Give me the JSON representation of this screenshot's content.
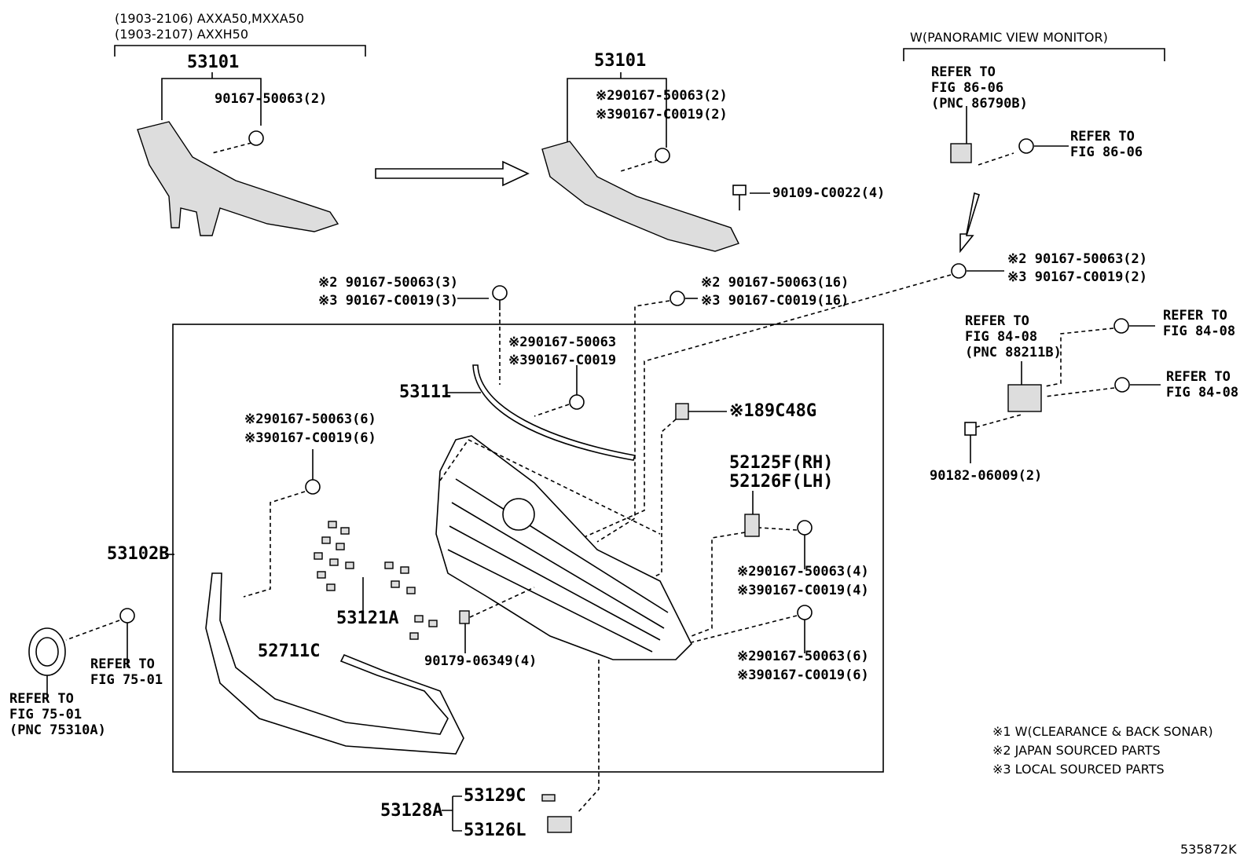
{
  "variants": {
    "v1": "(1903-2106) AXXA50,MXXA50",
    "v2": "(1903-2107) AXXH50",
    "panoramic": "W(PANORAMIC VIEW MONITOR)"
  },
  "labels": {
    "p53101_a": "53101",
    "p53101_a_bolt": "90167-50063(2)",
    "p53101_b": "53101",
    "p53101_b_bolt2": "※290167-50063(2)",
    "p53101_b_bolt3": "※390167-C0019(2)",
    "p90109": "90109-C0022(4)",
    "ref_86_06_a": "REFER TO\nFIG 86-06\n(PNC 86790B)",
    "ref_86_06_b": "REFER TO\nFIG 86-06",
    "top_bolt_2": "※2 90167-50063(3)",
    "top_bolt_3": "※3 90167-C0019(3)",
    "mid_bolt_2": "※2 90167-50063(16)",
    "mid_bolt_3": "※3 90167-C0019(16)",
    "right_bolt_2": "※2 90167-50063(2)",
    "right_bolt_3": "※3 90167-C0019(2)",
    "ref_84_08_a": "REFER TO\nFIG 84-08\n(PNC 88211B)",
    "ref_84_08_b": "REFER TO\nFIG 84-08",
    "ref_84_08_c": "REFER TO\nFIG 84-08",
    "p90182": "90182-06009(2)",
    "molding_bolt_2": "※290167-50063",
    "molding_bolt_3": "※390167-C0019",
    "p53111": "53111",
    "p89C48G": "※189C48G",
    "left_bolt_2": "※290167-50063(6)",
    "left_bolt_3": "※390167-C0019(6)",
    "p52125F": "52125F(RH)",
    "p52126F": "52126F(LH)",
    "p53102B": "53102B",
    "rh_bolt1_2": "※290167-50063(4)",
    "rh_bolt1_3": "※390167-C0019(4)",
    "rh_bolt2_2": "※290167-50063(6)",
    "rh_bolt2_3": "※390167-C0019(6)",
    "p53121A": "53121A",
    "p90179": "90179-06349(4)",
    "p52711C": "52711C",
    "ref_75_01_a": "REFER TO\nFIG 75-01",
    "ref_75_01_b": "REFER TO\nFIG 75-01\n(PNC 75310A)",
    "p53128A": "53128A",
    "p53129C": "53129C",
    "p53126L": "53126L",
    "diagram_id": "535872K"
  },
  "legend": [
    "※1 W(CLEARANCE & BACK SONAR)",
    "※2 JAPAN SOURCED PARTS",
    "※3 LOCAL SOURCED PARTS"
  ]
}
